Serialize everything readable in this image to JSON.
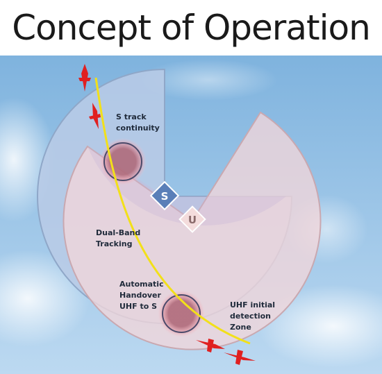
{
  "title": "Concept of Operation",
  "badges": {
    "s": "S",
    "u": "U"
  },
  "labels": {
    "s_track_1": "S track",
    "s_track_2": "continuity",
    "dual_band_1": "Dual-Band",
    "dual_band_2": "Tracking",
    "handover_1": "Automatic",
    "handover_2": "Handover",
    "handover_3": "UHF to S",
    "uhf_zone_1": "UHF initial",
    "uhf_zone_2": "detection",
    "uhf_zone_3": "Zone"
  },
  "colors": {
    "sky_top": "#7fb3de",
    "sky_bottom": "#b9d8f0",
    "s_coverage": "#b8cbe6",
    "u_coverage": "#f2d6da",
    "track": "#f2e01a",
    "aircraft": "#e02020",
    "s_badge": "#5a7fb8",
    "u_badge": "#f4dcdc"
  },
  "icons": [
    "aircraft-icon"
  ]
}
